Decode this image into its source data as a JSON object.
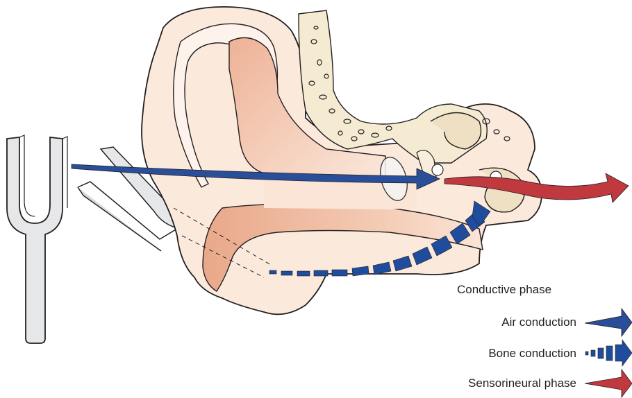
{
  "legend": {
    "conductive_phase": "Conductive phase",
    "air_conduction": "Air conduction",
    "bone_conduction": "Bone conduction",
    "sensorineural_phase": "Sensorineural phase"
  },
  "colors": {
    "air_conduction": "#2a4f9a",
    "bone_conduction": "#1f4c9c",
    "sensorineural": "#c0393f",
    "skin_light": "#fbe9dc",
    "skin_mid": "#f2c3a8",
    "canal": "#e8a98c",
    "bone": "#f4ebd2",
    "tuning_fork": "#e6e7e8"
  },
  "icons": {
    "tuning_fork_front": "tuning-fork",
    "tuning_fork_back": "tuning-fork",
    "ear": "outer-ear-cross-section"
  }
}
